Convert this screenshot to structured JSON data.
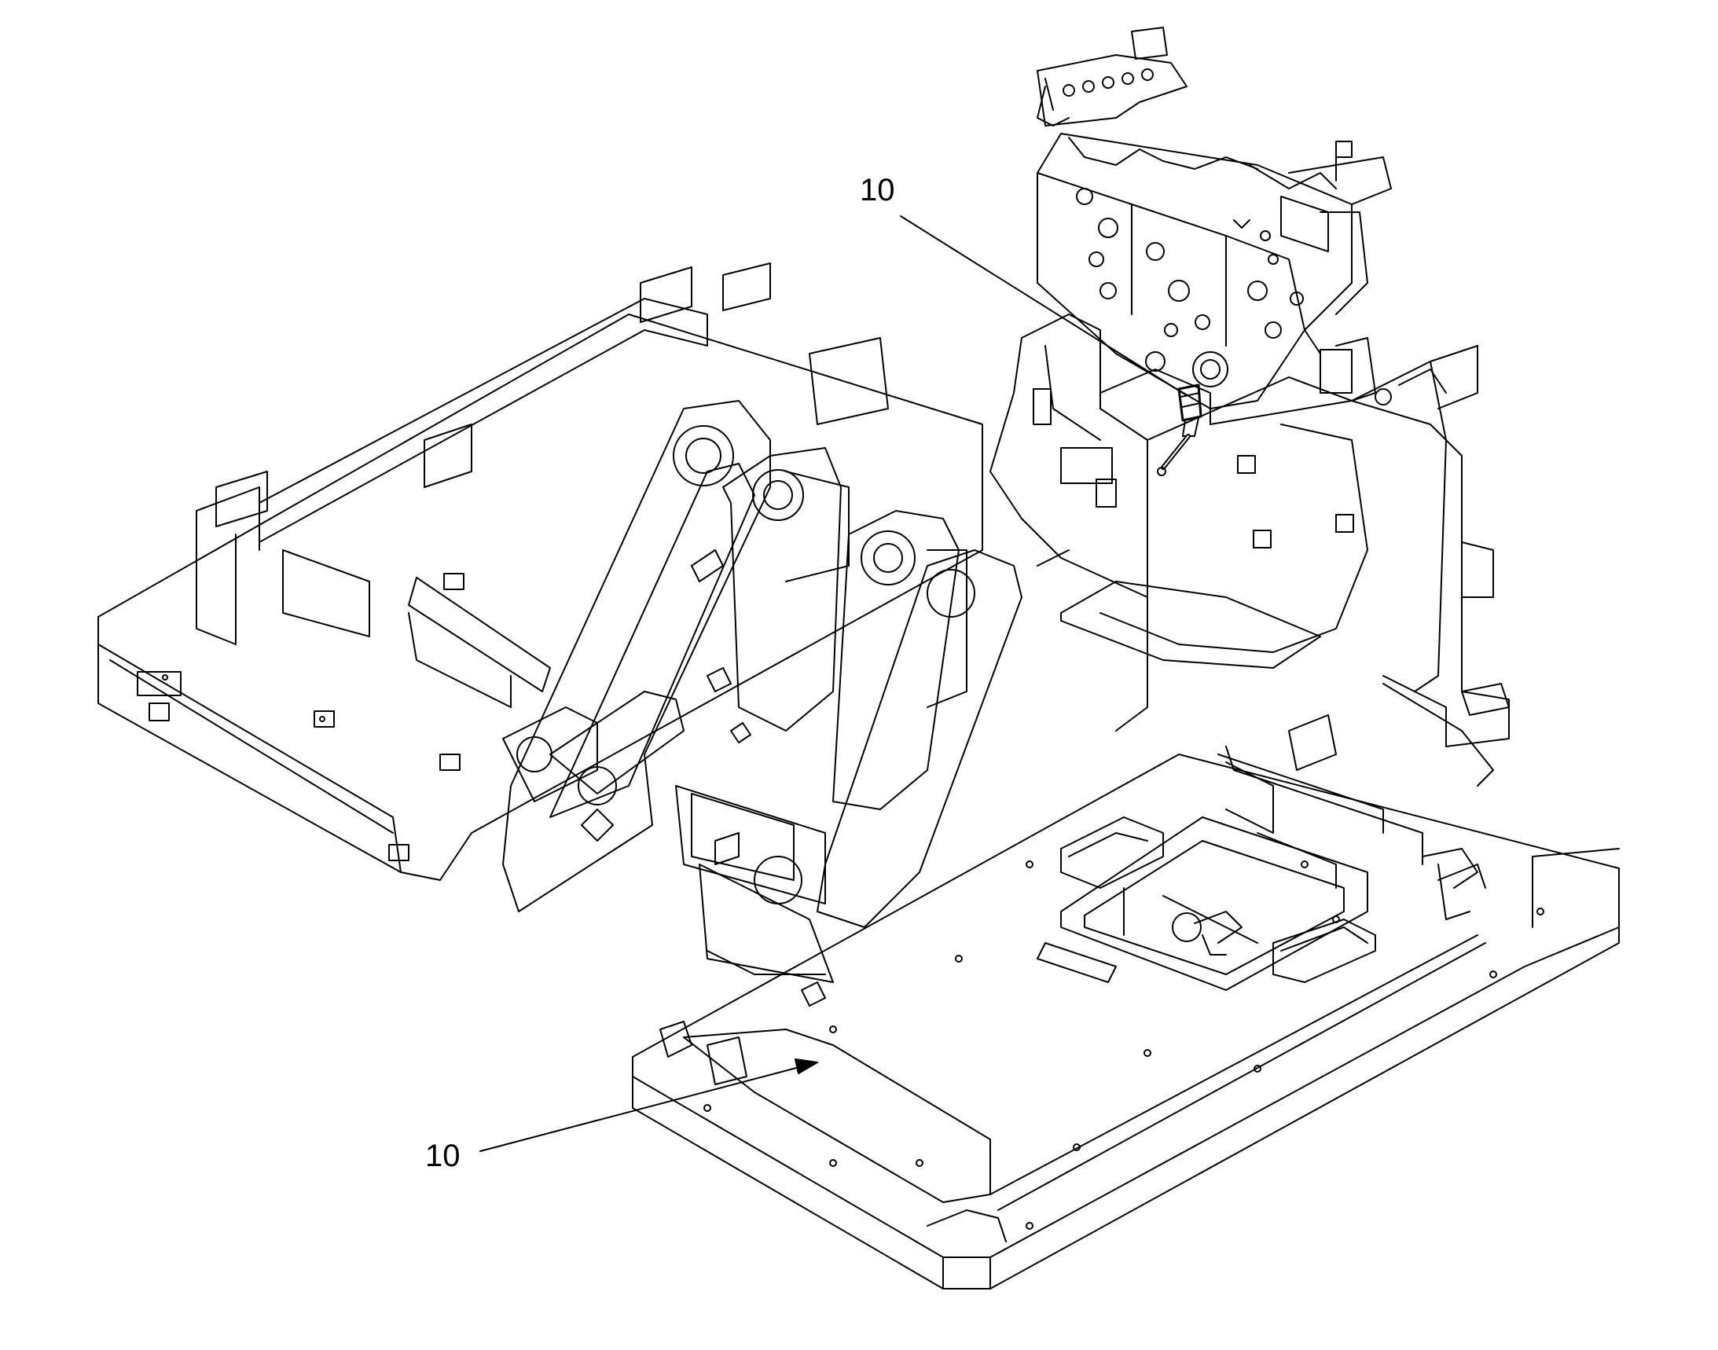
{
  "diagram": {
    "style": "isometric line drawing",
    "line_color": "#000000",
    "background": "#ffffff",
    "callouts": [
      {
        "label": "10",
        "target": "valve-block-sensor-fitting"
      },
      {
        "label": "10",
        "target": "lower-frame-opening"
      }
    ]
  }
}
